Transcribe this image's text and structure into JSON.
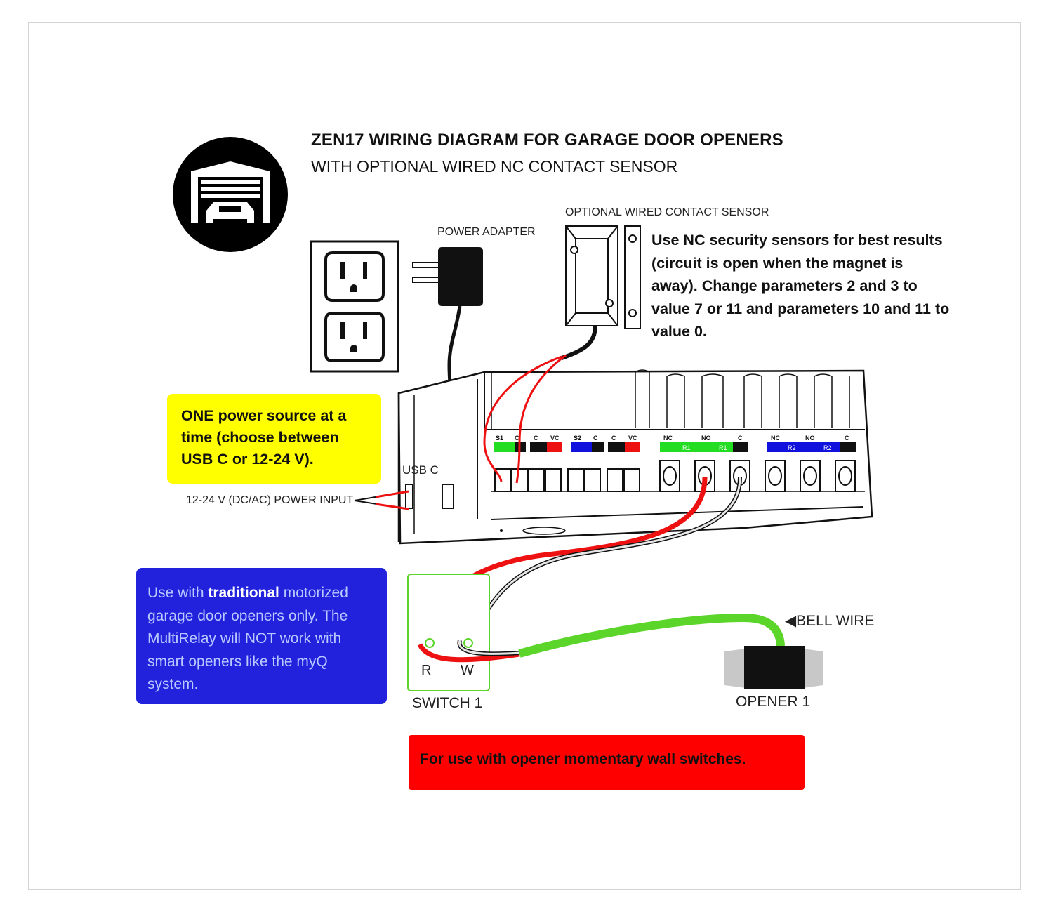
{
  "title": "ZEN17 WIRING DIAGRAM FOR GARAGE DOOR OPENERS",
  "subtitle": "WITH OPTIONAL WIRED NC CONTACT SENSOR",
  "icons": {
    "garage": "garage-car-icon",
    "outlet": "wall-outlet-icon",
    "adapter": "power-adapter-icon",
    "sensor": "contact-sensor-icon",
    "opener": "opener-icon"
  },
  "labels": {
    "power_adapter": "POWER ADAPTER",
    "optional_sensor": "OPTIONAL WIRED CONTACT SENSOR",
    "usb_c": "USB C",
    "power_input": "12-24 V (DC/AC) POWER INPUT",
    "bell_wire": "◀BELL WIRE",
    "switch": "SWITCH 1",
    "opener": "OPENER 1",
    "switch_r": "R",
    "switch_w": "W"
  },
  "notes": {
    "sensor": "Use NC security sensors for best results (circuit is open when the magnet is away). Change parameters 2 and 3 to value 7 or 11 and parameters 10 and 11 to value 0.",
    "power": "ONE power source at a time (choose between USB C or 12-24 V).",
    "traditional_pre": "Use with ",
    "traditional_bold": "traditional",
    "traditional_post": " motorized garage door openers only. The MultiRelay will NOT work with smart openers like the myQ system.",
    "momentary": "For use with opener momentary wall switches."
  },
  "terminals": {
    "left": [
      "S1",
      "C",
      "C",
      "VC",
      "S2",
      "C",
      "C",
      "VC"
    ],
    "relay1": [
      "NC",
      "NO",
      "C"
    ],
    "relay2": [
      "NC",
      "NO",
      "C"
    ],
    "relay_tag_1": "R1",
    "relay_tag_2": "R2"
  },
  "colors": {
    "yellow": "#ffff00",
    "blue": "#2222dd",
    "red": "#ff0000",
    "wire_green": "#5bd52a",
    "wire_red": "#ee1111",
    "terminal_green": "#22dd22",
    "terminal_blue": "#1111dd"
  }
}
